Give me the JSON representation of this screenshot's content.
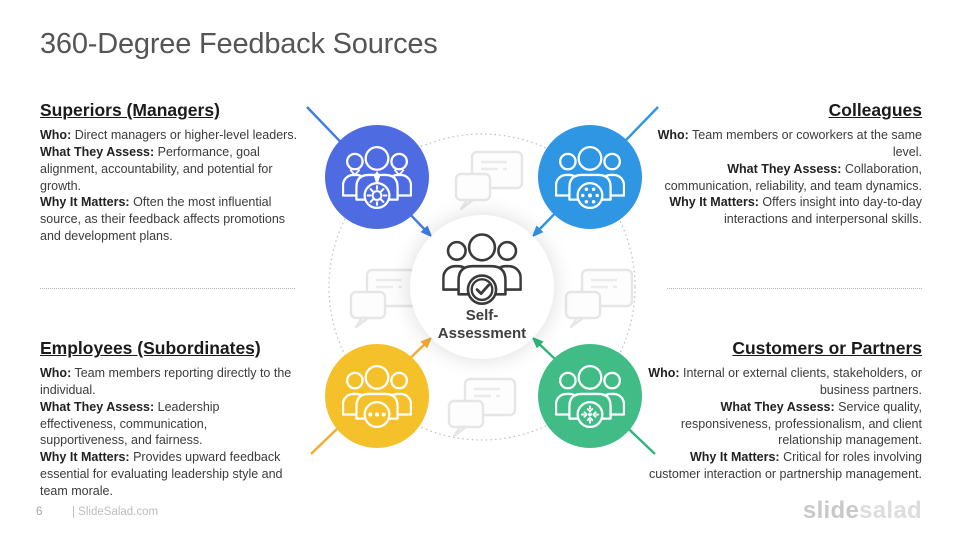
{
  "slide": {
    "title": "360-Degree Feedback Sources",
    "center": {
      "label": "Self-\nAssessment",
      "icon": "self-assessment-people-check-icon"
    },
    "sections": [
      {
        "key": "superiors",
        "heading": "Superiors (Managers)",
        "align": "left",
        "color": "#4E6BE2",
        "arrow_color": "#3E7DE1",
        "icon": "managers-group-gear-icon",
        "items": [
          {
            "label": "Who:",
            "text": "Direct managers or higher-level leaders."
          },
          {
            "label": "What They Assess:",
            "text": "Performance, goal alignment, accountability, and potential for growth."
          },
          {
            "label": "Why It Matters:",
            "text": "Often the most influential source, as their feedback affects promotions and development plans."
          }
        ]
      },
      {
        "key": "colleagues",
        "heading": "Colleagues",
        "align": "right",
        "color": "#2E96E3",
        "arrow_color": "#2E96E3",
        "icon": "colleagues-group-network-icon",
        "items": [
          {
            "label": "Who:",
            "text": "Team members or coworkers at the same level."
          },
          {
            "label": "What They Assess:",
            "text": "Collaboration, communication, reliability, and team dynamics."
          },
          {
            "label": "Why It Matters:",
            "text": "Offers insight into day-to-day interactions and interpersonal skills."
          }
        ]
      },
      {
        "key": "employees",
        "heading": "Employees (Subordinates)",
        "align": "left",
        "color": "#F5C12B",
        "arrow_color": "#F0AD33",
        "icon": "employees-group-ellipsis-icon",
        "items": [
          {
            "label": "Who:",
            "text": "Team members reporting directly to the individual."
          },
          {
            "label": "What They Assess:",
            "text": "Leadership effectiveness, communication, supportiveness, and fairness."
          },
          {
            "label": "Why It Matters:",
            "text": "Provides upward feedback essential for evaluating leadership style and team morale."
          }
        ]
      },
      {
        "key": "customers",
        "heading": "Customers or Partners",
        "align": "right",
        "color": "#41BC86",
        "arrow_color": "#2FB57C",
        "icon": "customers-group-converge-icon",
        "items": [
          {
            "label": "Who:",
            "text": "Internal or external clients, stakeholders, or business partners."
          },
          {
            "label": "What They Assess:",
            "text": "Service quality, responsiveness, professionalism, and client relationship management."
          },
          {
            "label": "Why It Matters:",
            "text": "Critical for roles involving customer interaction or partnership management."
          }
        ]
      }
    ],
    "decor": {
      "ring_color": "#bdbdbd",
      "bubble_color": "#e6e6e6",
      "bubble_icon": "chat-bubbles-icon"
    },
    "footer": {
      "page_number": "6",
      "source": "| SlideSalad.com",
      "logo_bold": "slide",
      "logo_light": "salad"
    }
  }
}
